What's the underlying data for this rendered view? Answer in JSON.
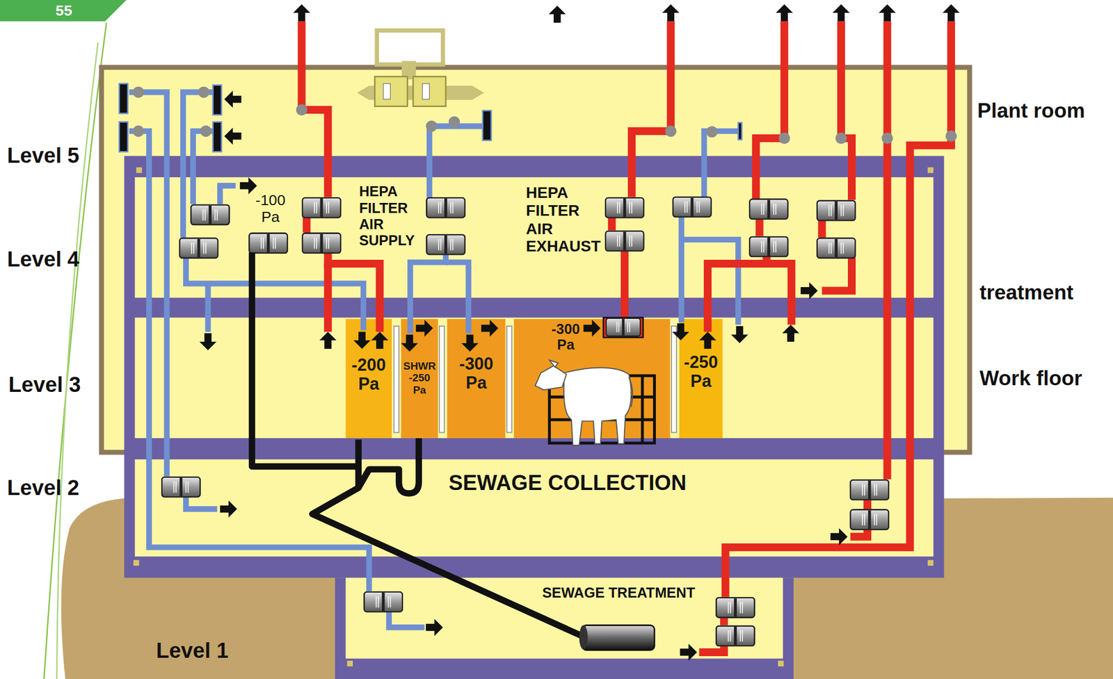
{
  "diagram": {
    "nodes": [
      {
        "text": [
          "-200 Pa"
        ]
      },
      {
        "text": [
          "SHWR -250 Pa"
        ]
      },
      {
        "text": [
          "-300 Pa"
        ]
      },
      {
        "text": [
          "-300 Pa"
        ]
      },
      {
        "text": [
          "-250 Pa"
        ]
      }
    ],
    "labels": [
      "55",
      "Level 5",
      "Level 4",
      "Level 3",
      "Level 2",
      "Level 1",
      "Plant room",
      "treatment",
      "Work floor",
      "HEPA FILTER AIR SUPPLY",
      "HEPA FILTER AIR EXHAUST",
      "-100 Pa",
      "SEWAGE COLLECTION",
      "SEWAGE TREATMENT"
    ]
  }
}
